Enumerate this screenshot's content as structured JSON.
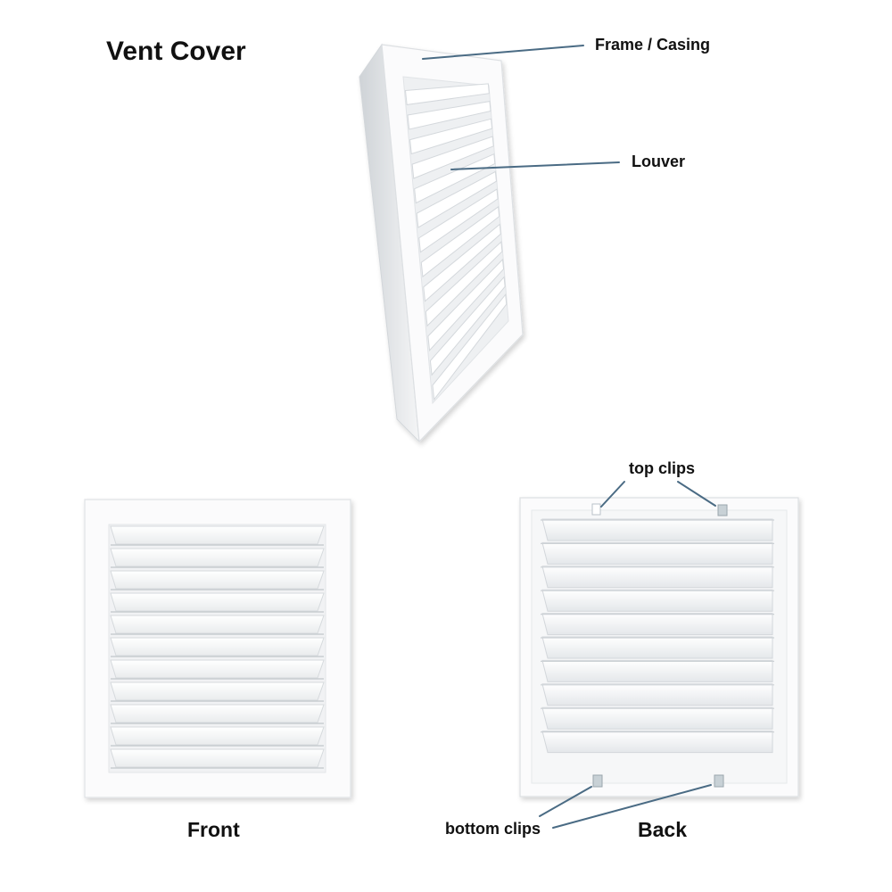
{
  "title": "Vent Cover",
  "callouts": {
    "frame": "Frame / Casing",
    "louver": "Louver",
    "top_clips": "top clips",
    "bottom_clips": "bottom clips"
  },
  "captions": {
    "front": "Front",
    "back": "Back"
  },
  "colors": {
    "background": "#ffffff",
    "leader_line": "#4a6b84",
    "clip": "#c8d1d6",
    "text": "#111111"
  }
}
